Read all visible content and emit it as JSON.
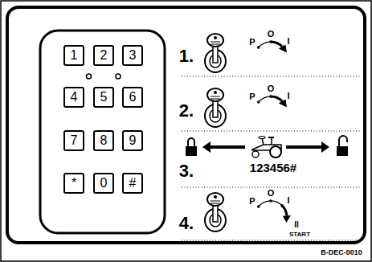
{
  "diagram": {
    "nodes": [
      {
        "text": [
          "1"
        ]
      },
      {
        "text": [
          "2"
        ]
      },
      {
        "text": [
          "3"
        ]
      },
      {
        "text": [
          "4"
        ]
      },
      {
        "text": [
          "5"
        ]
      },
      {
        "text": [
          "6"
        ]
      },
      {
        "text": [
          "7"
        ]
      },
      {
        "text": [
          "8"
        ]
      },
      {
        "text": [
          "9"
        ]
      },
      {
        "text": [
          "*"
        ]
      },
      {
        "text": [
          "0"
        ]
      },
      {
        "text": [
          "#"
        ]
      }
    ],
    "labels": [
      "1.",
      "P",
      "O",
      "I",
      "2.",
      "P",
      "O",
      "I",
      "3.",
      "123456#",
      "4.",
      "P",
      "O",
      "I",
      "II",
      "START",
      "B-DEC-0010"
    ]
  }
}
